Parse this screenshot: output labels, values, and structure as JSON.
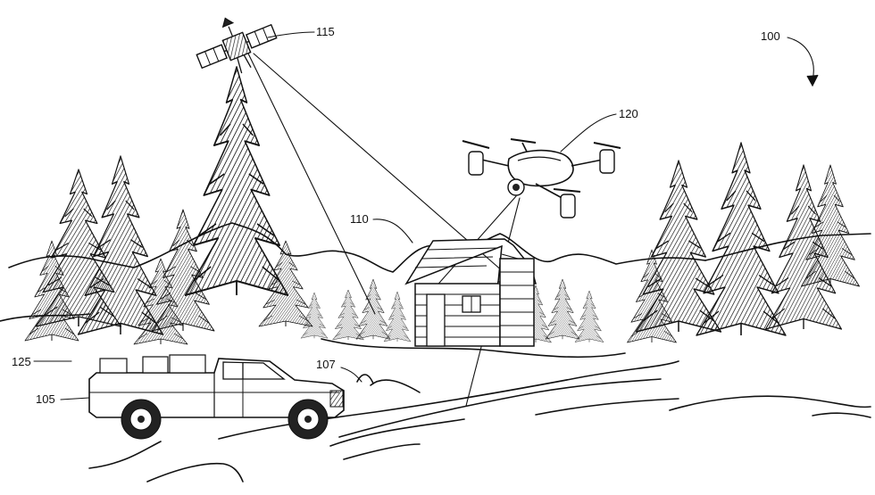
{
  "figure": {
    "reference_numerals": {
      "system": "100",
      "vehicle": "105",
      "path_marker": "107",
      "structure": "110",
      "satellite": "115",
      "drone": "120",
      "trees": "125"
    }
  }
}
